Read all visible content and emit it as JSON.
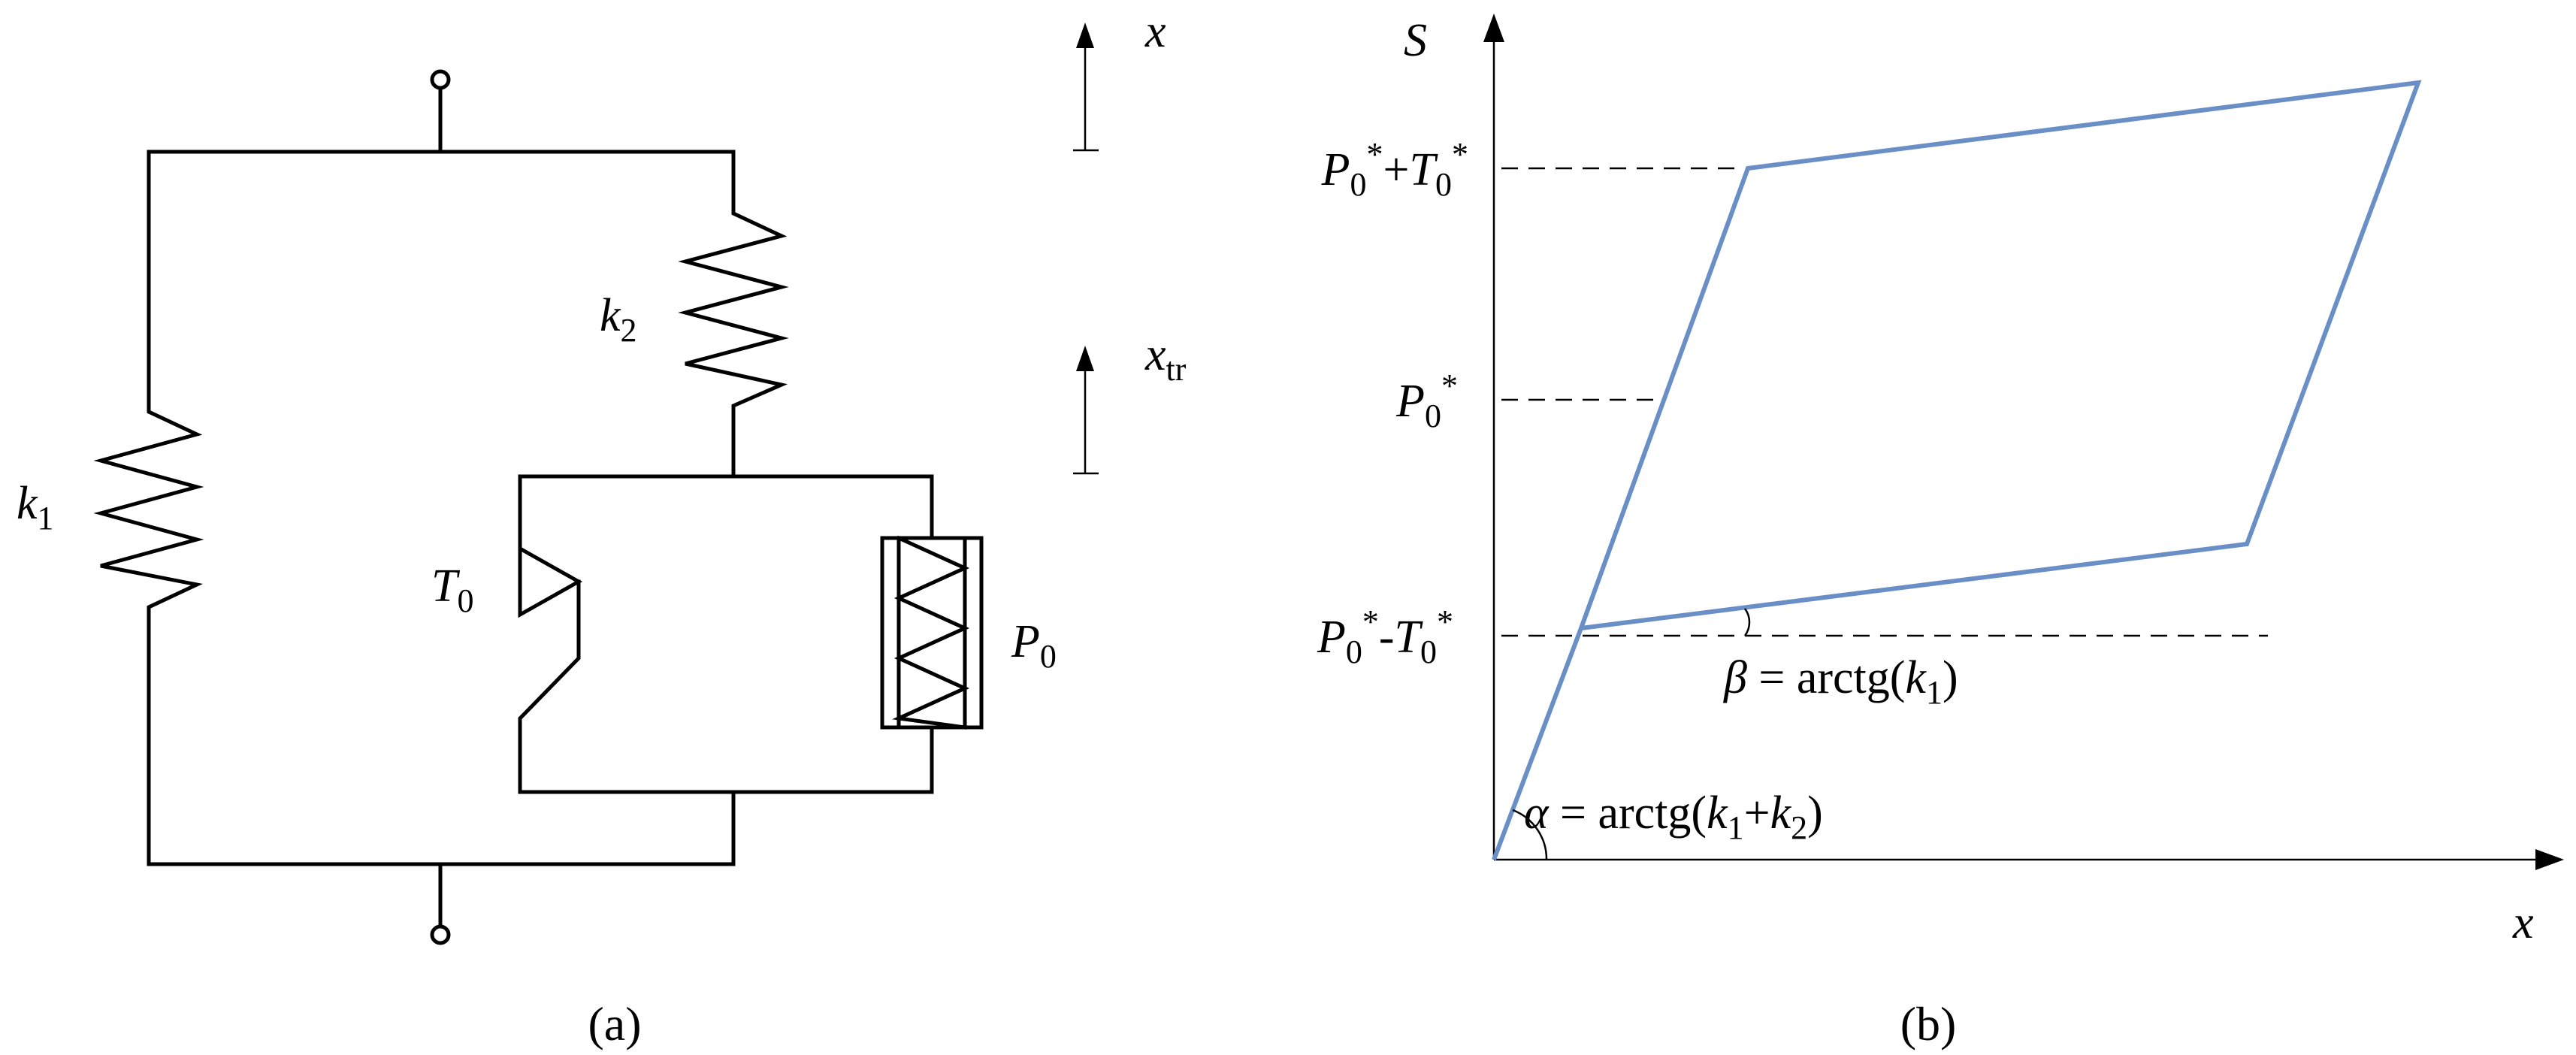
{
  "panel_a": {
    "caption": "(a)",
    "x_arrow_label": "x",
    "xtr_arrow_label": {
      "base": "x",
      "sub": "tr"
    },
    "k1_label": {
      "base": "k",
      "sub": "1"
    },
    "k2_label": {
      "base": "k",
      "sub": "2"
    },
    "t0_label": {
      "base": "T",
      "sub": "0"
    },
    "p0_label": {
      "base": "P",
      "sub": "0"
    }
  },
  "panel_b": {
    "caption": "(b)",
    "y_axis_label": "S",
    "x_axis_label": "x",
    "level_top": {
      "p": "P",
      "p_sub": "0",
      "p_sup": "*",
      "op": "+",
      "t": "T",
      "t_sub": "0",
      "t_sup": "*"
    },
    "level_mid": {
      "p": "P",
      "p_sub": "0",
      "p_sup": "*"
    },
    "level_bottom": {
      "p": "P",
      "p_sub": "0",
      "p_sup": "*",
      "op": "-",
      "t": "T",
      "t_sub": "0",
      "t_sup": "*"
    },
    "beta_label": {
      "greek": "β",
      "eq": " = arctg(",
      "k": "k",
      "k_sub": "1",
      "close": ")"
    },
    "alpha_label": {
      "greek": "α",
      "eq": " = arctg(",
      "k1": "k",
      "k1_sub": "1",
      "plus": "+",
      "k2": "k",
      "k2_sub": "2",
      "close": ")"
    }
  }
}
